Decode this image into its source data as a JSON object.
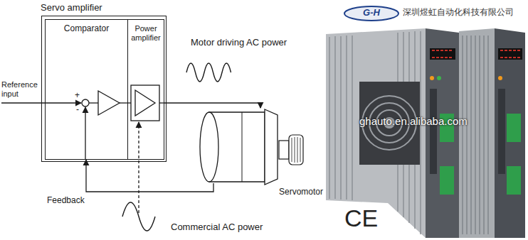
{
  "diagram": {
    "nodes": [
      {
        "text": [
          "Servo amplifier"
        ]
      },
      {
        "text": [
          "Comparator"
        ],
        "in": 0
      },
      {
        "text": [
          "Power amplifier"
        ],
        "in": 0
      },
      {
        "text": [
          "Servomotor"
        ]
      }
    ],
    "edges": [
      {
        "from": 2,
        "to": 3,
        "arrow": "to",
        "label": "Motor driving AC power"
      },
      {
        "from": 3,
        "to": 1,
        "arrow": "to",
        "label": "Feedback"
      }
    ],
    "labels": [
      "Reference input",
      "+",
      "-",
      "Commercial AC power",
      "G-H",
      "深圳煜虹自动化科技有限公司",
      "ghauto.en.alibaba.com",
      "CE"
    ]
  }
}
